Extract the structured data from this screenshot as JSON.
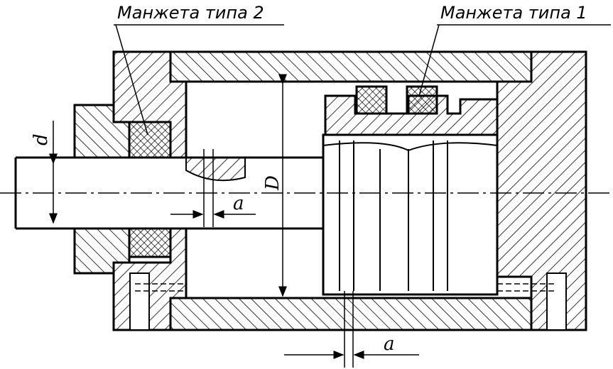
{
  "labels": {
    "seal_type_2": "Манжета типа 2",
    "seal_type_1": "Манжета типа 1"
  },
  "dimensions": {
    "rod_diameter": "d",
    "bore_diameter": "D",
    "gap_upper": "a",
    "gap_lower": "a"
  }
}
